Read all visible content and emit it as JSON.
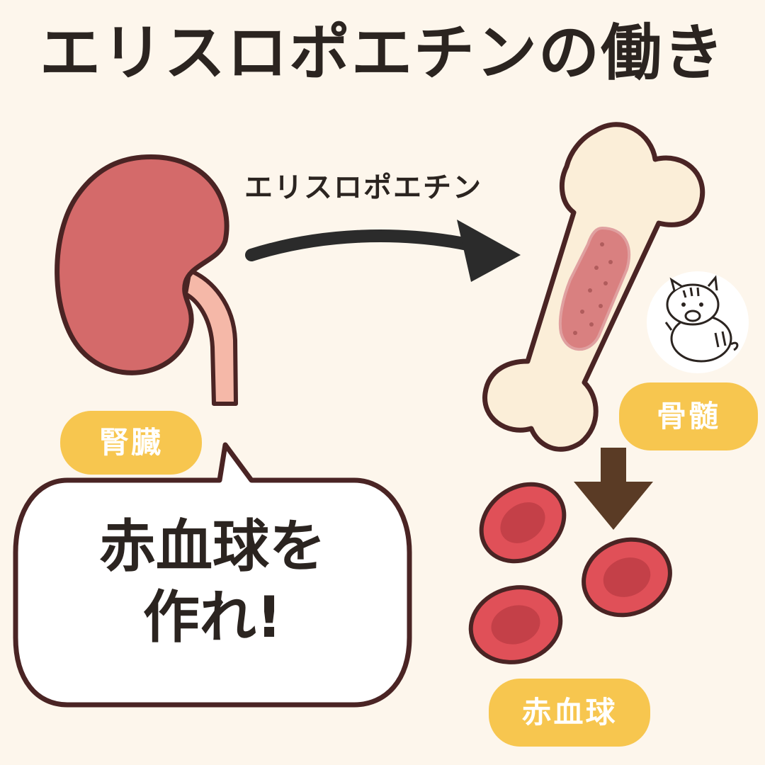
{
  "title": "エリスロポエチンの働き",
  "arrow_label": "エリスロポエチン",
  "labels": {
    "kidney": "腎臓",
    "bone_marrow": "骨髄",
    "red_blood_cell": "赤血球"
  },
  "speech": {
    "line1": "赤血球を",
    "line2": "作れ!"
  },
  "colors": {
    "background": "#fdf6ec",
    "kidney": "#d46a6a",
    "outline": "#4a2424",
    "bone": "#fbeed8",
    "marrow": "#d98080",
    "pill": "#f7c64f",
    "rbc": "#e05058",
    "down_arrow": "#5a3b25",
    "main_arrow": "#2b2b2b"
  },
  "icons": [
    "kidney-icon",
    "bone-icon",
    "red-blood-cell-icon",
    "boar-mascot-icon",
    "arrow-right-icon",
    "arrow-down-icon"
  ]
}
